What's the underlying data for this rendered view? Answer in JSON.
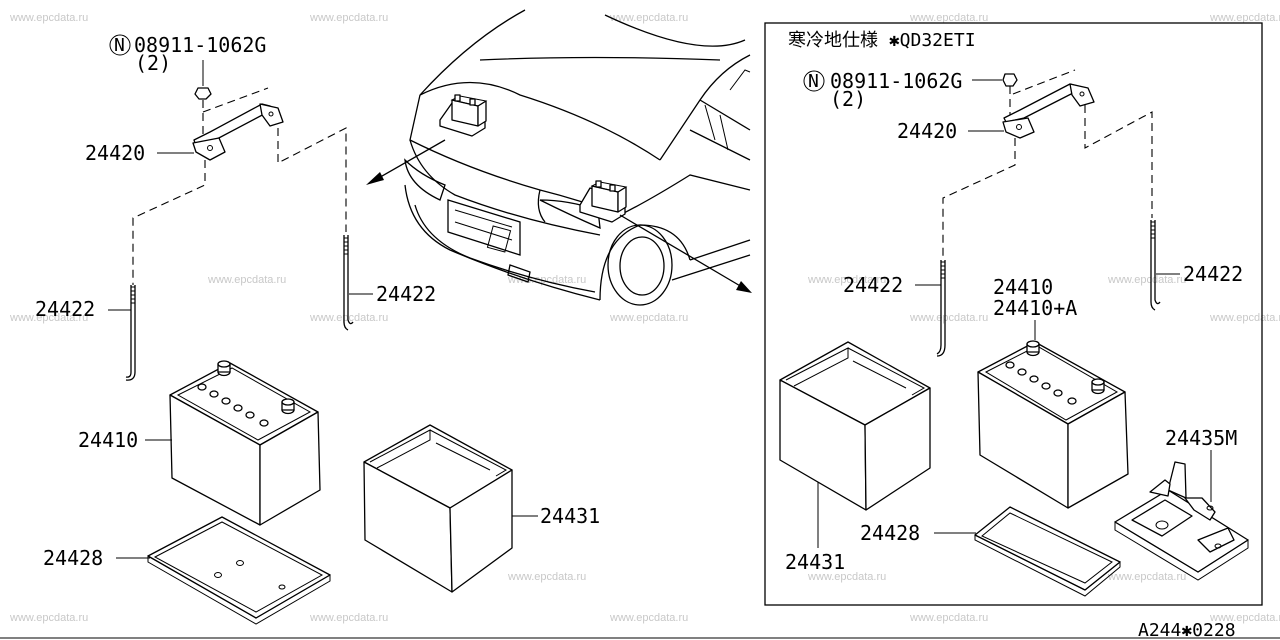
{
  "watermark": "www.epcdata.ru",
  "left_group": {
    "nut_label": "08911-1062G",
    "nut_qty": "(2)",
    "nut_circle": "N",
    "labels": {
      "p24420": "24420",
      "p24422_left": "24422",
      "p24422_right": "24422",
      "p24410": "24410",
      "p24428": "24428",
      "p24431": "24431"
    }
  },
  "inset": {
    "title": "寒冷地仕様  ✱QD32ETI",
    "nut_label": "08911-1062G",
    "nut_qty": "(2)",
    "nut_circle": "N",
    "labels": {
      "p24420": "24420",
      "p24422_left": "24422",
      "p24422_right": "24422",
      "p24410": "24410",
      "p24410a": "24410+A",
      "p24435m": "24435M",
      "p24428": "24428",
      "p24431": "24431"
    }
  },
  "figure_code": "A244✱0228"
}
